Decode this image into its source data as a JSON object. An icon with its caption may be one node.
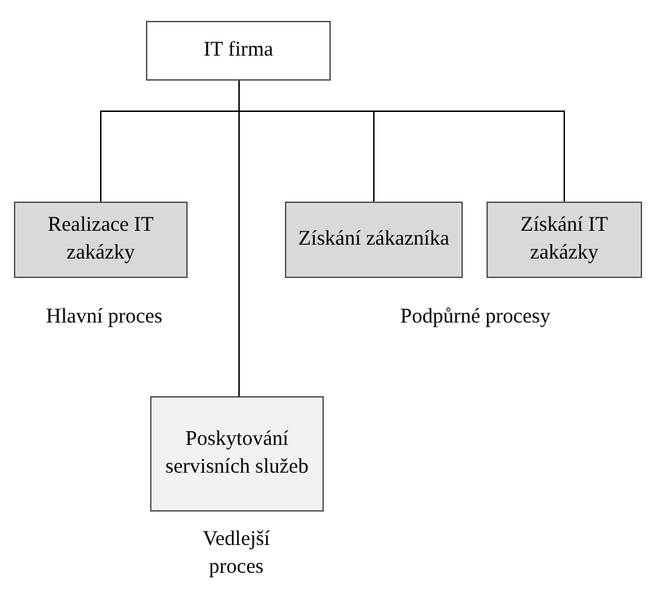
{
  "diagram": {
    "nodes": [
      {
        "text": [
          "IT firma"
        ]
      },
      {
        "text": [
          "Realizace IT zakázky"
        ]
      },
      {
        "text": [
          "Získání zákazníka"
        ]
      },
      {
        "text": [
          "Získání IT zakázky"
        ]
      },
      {
        "text": [
          "Poskytování servisních služeb"
        ]
      }
    ],
    "edges": [
      {
        "from": 0,
        "to": 1,
        "arrow": "none"
      },
      {
        "from": 0,
        "to": 2,
        "arrow": "none"
      },
      {
        "from": 0,
        "to": 3,
        "arrow": "none"
      },
      {
        "from": 0,
        "to": 4,
        "arrow": "none"
      }
    ],
    "labels": [
      "Hlavní proces",
      "Podpůrné procesy",
      "Vedlejší proces"
    ]
  }
}
